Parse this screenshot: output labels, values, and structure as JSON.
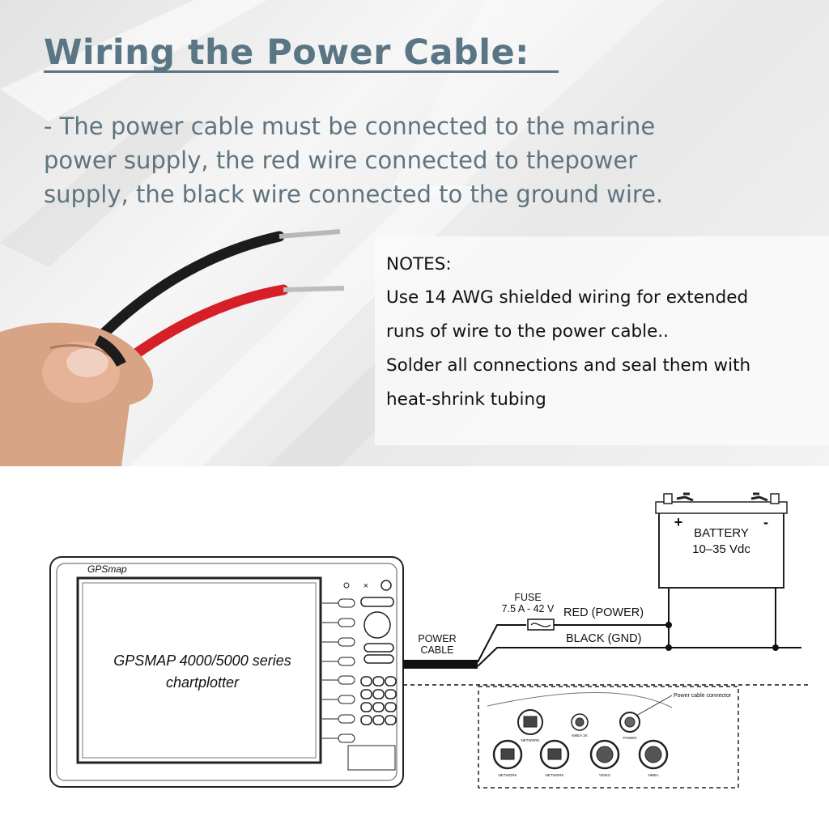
{
  "title": "Wiring the Power Cable:",
  "intro_lines": [
    "- The power cable must be connected to the marine",
    "power supply, the red wire connected to thepower",
    "supply, the black wire connected to the ground wire."
  ],
  "notes": {
    "heading": "NOTES:",
    "lines": [
      "Use 14 AWG shielded wiring for extended",
      "runs of wire to the power cable..",
      "Solder all connections and seal them with",
      "heat-shrink tubing"
    ]
  },
  "diagram": {
    "device_brand": "GPSmap",
    "device_line1": "GPSMAP 4000/5000 series",
    "device_line2": "chartplotter",
    "power_cable_line1": "POWER",
    "power_cable_line2": "CABLE",
    "fuse_label": "FUSE",
    "fuse_rating": "7.5 A - 42 V",
    "red_label": "RED (POWER)",
    "black_label": "BLACK (GND)",
    "battery_label": "BATTERY",
    "battery_voltage": "10–35 Vdc",
    "battery_plus": "+",
    "battery_minus": "-",
    "connector_callout": "Power cable connector",
    "ports_top": [
      "NETWORK",
      "NMEA 2K",
      "POWER"
    ],
    "ports_bottom": [
      "NETWORK",
      "NETWORK",
      "VIDEO",
      "NMEA"
    ]
  },
  "colors": {
    "title": "#5a7584",
    "intro_text": "#5f7480",
    "red_wire": "#d61f26",
    "black_wire": "#1c1c1c"
  }
}
